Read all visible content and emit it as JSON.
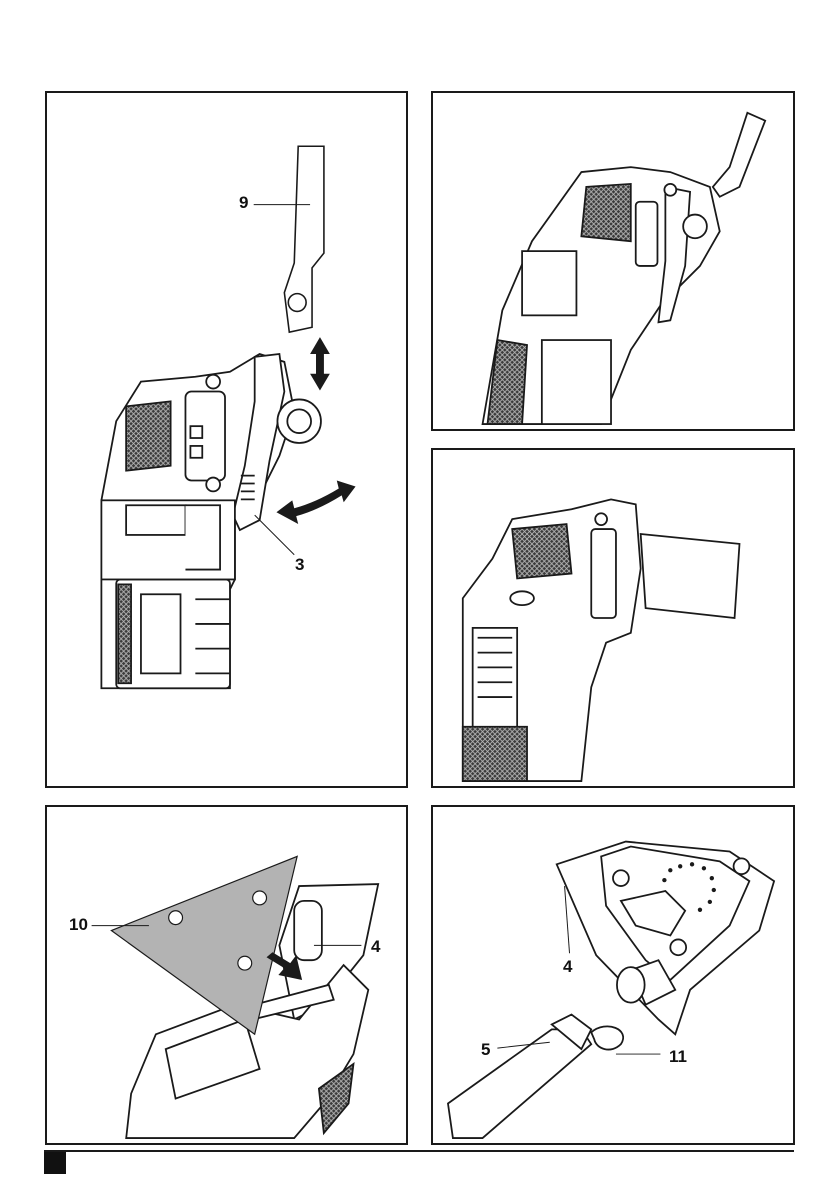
{
  "figures": [
    {
      "id": "fig-a",
      "callouts": [
        "9",
        "3"
      ]
    },
    {
      "id": "fig-b",
      "callouts": []
    },
    {
      "id": "fig-c",
      "callouts": []
    },
    {
      "id": "fig-d",
      "callouts": [
        "10",
        "4"
      ]
    },
    {
      "id": "fig-e",
      "callouts": [
        "4",
        "5",
        "11"
      ]
    }
  ],
  "colors": {
    "line": "#1a1a1a",
    "sandpaper": "#b3b3b3",
    "grip": "#5a5a5a"
  }
}
